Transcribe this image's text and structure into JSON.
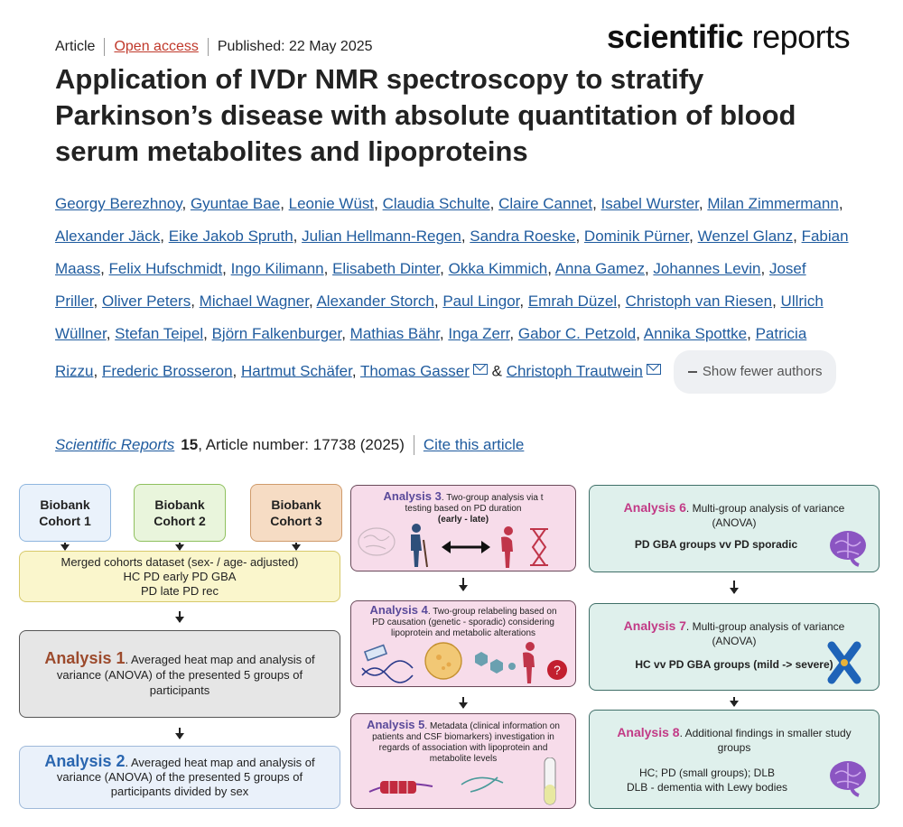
{
  "header": {
    "article_type": "Article",
    "access": "Open access",
    "published": "Published: 22 May 2025",
    "brand_bold": "scientific",
    "brand_light": "reports"
  },
  "title": "Application of IVDr NMR spectroscopy to stratify Parkinson’s disease with absolute quantitation of blood serum metabolites and lipoproteins",
  "authors": [
    "Georgy Berezhnoy",
    "Gyuntae Bae",
    "Leonie Wüst",
    "Claudia Schulte",
    "Claire Cannet",
    "Isabel Wurster",
    "Milan Zimmermann",
    "Alexander Jäck",
    "Eike Jakob Spruth",
    "Julian Hellmann-Regen",
    "Sandra Roeske",
    "Dominik Pürner",
    "Wenzel Glanz",
    "Fabian Maass",
    "Felix Hufschmidt",
    "Ingo Kilimann",
    "Elisabeth Dinter",
    "Okka Kimmich",
    "Anna Gamez",
    "Johannes Levin",
    "Josef Priller",
    "Oliver Peters",
    "Michael Wagner",
    "Alexander Storch",
    "Paul Lingor",
    "Emrah Düzel",
    "Christoph van Riesen",
    "Ullrich Wüllner",
    "Stefan Teipel",
    "Björn Falkenburger",
    "Mathias Bähr",
    "Inga Zerr",
    "Gabor C. Petzold",
    "Annika Spottke",
    "Patricia Rizzu",
    "Frederic Brosseron",
    "Hartmut Schäfer",
    "Thomas Gasser",
    "Christoph Trautwein"
  ],
  "author_ampersand": "&",
  "show_fewer_label": "Show fewer authors",
  "journal": {
    "name": "Scientific Reports",
    "volume": "15",
    "article_number": ", Article number: 17738 (2025)",
    "cite_label": "Cite this article"
  },
  "figure": {
    "cohort1": [
      "Biobank",
      "Cohort 1"
    ],
    "cohort2": [
      "Biobank",
      "Cohort 2"
    ],
    "cohort3": [
      "Biobank",
      "Cohort 3"
    ],
    "merged": [
      "Merged cohorts dataset (sex- / age- adjusted)",
      "HC   PD early  PD GBA",
      "PD late   PD rec"
    ],
    "a1": {
      "label": "Analysis 1",
      "text": ". Averaged heat map and analysis of variance (ANOVA) of the presented 5 groups of participants"
    },
    "a2": {
      "label": "Analysis 2",
      "text": ". Averaged heat map and analysis of variance (ANOVA) of the presented 5 groups of participants divided by sex"
    },
    "a3": {
      "label": "Analysis 3",
      "text": ". Two-group analysis via t testing based on PD duration",
      "sub": "(early - late)"
    },
    "a4": {
      "label": "Analysis 4",
      "text": ". Two-group relabeling based on PD causation (genetic - sporadic) considering lipoprotein and metabolic alterations"
    },
    "a5": {
      "label": "Analysis 5",
      "text": ". Metadata (clinical information on patients and CSF biomarkers) investigation in regards of association with lipoprotein and metabolite levels"
    },
    "a6": {
      "label": "Analysis 6",
      "text": ". Multi-group analysis of variance (ANOVA)",
      "compare": "PD GBA groups vv PD sporadic"
    },
    "a7": {
      "label": "Analysis 7",
      "text": ". Multi-group analysis of variance (ANOVA)",
      "compare": "HC vv PD GBA groups (mild -> severe)"
    },
    "a8": {
      "label": "Analysis 8",
      "text": ". Additional findings in smaller study groups",
      "line1": "HC; PD (small groups); DLB",
      "line2": "DLB - dementia with Lewy bodies"
    },
    "badge_text": "?",
    "colors": {
      "link": "#1f5b9e",
      "open_access": "#c0392b",
      "analysis_pink_label": "#c23a86",
      "analysis_purple_label": "#5a4a9a"
    }
  }
}
